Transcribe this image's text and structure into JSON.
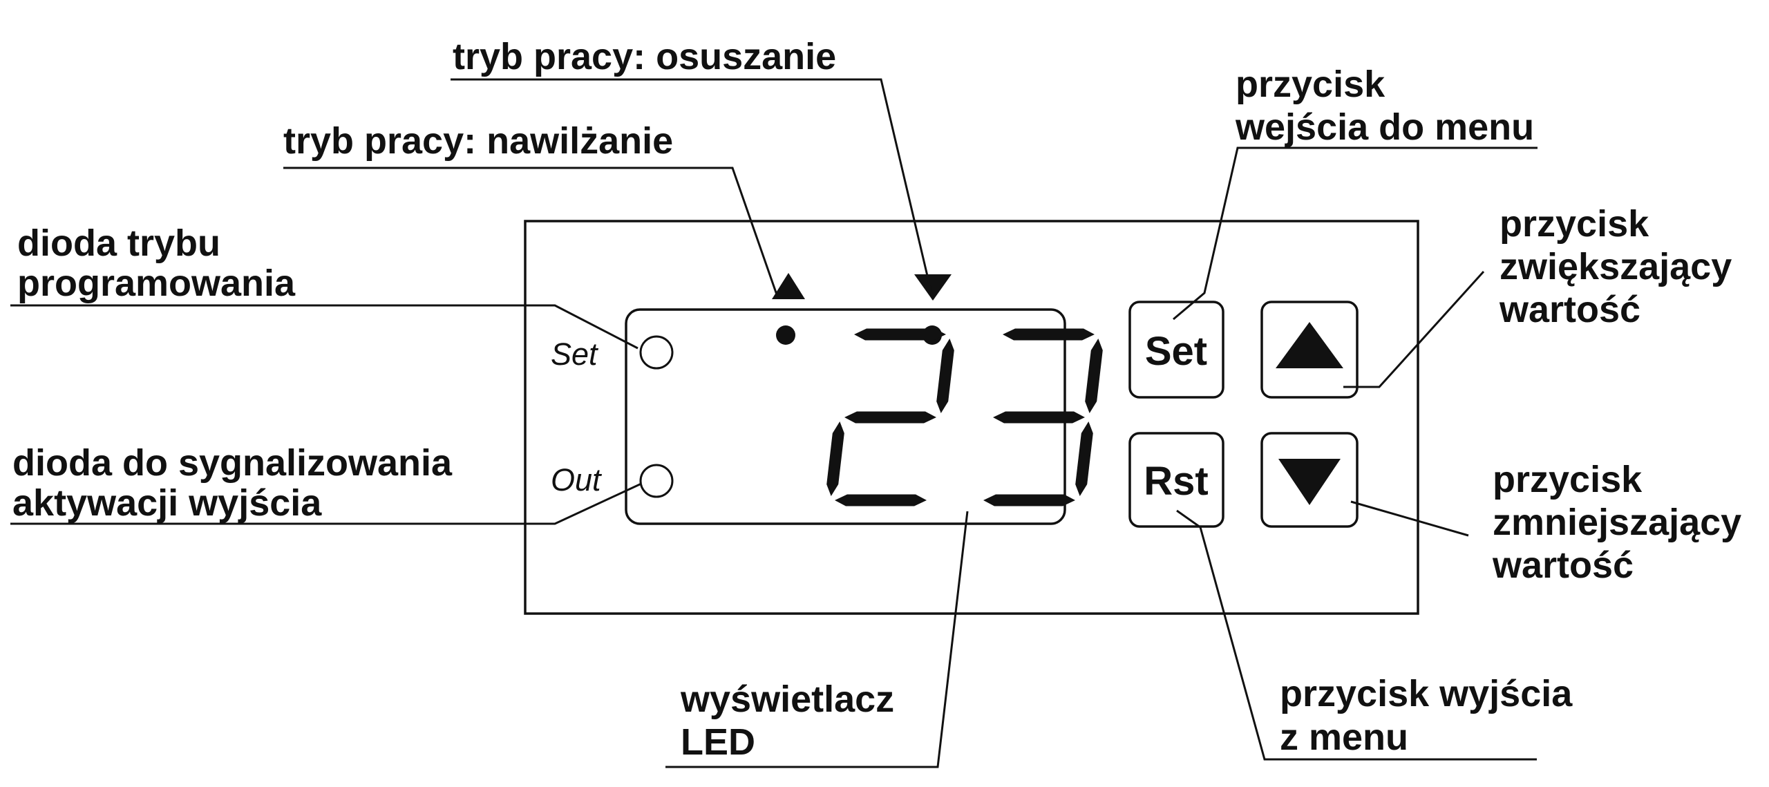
{
  "labels": {
    "tryb_osuszanie": "tryb pracy: osuszanie",
    "tryb_nawilzanie": "tryb pracy: nawilżanie",
    "dioda_programowania": [
      "dioda trybu",
      "programowania"
    ],
    "dioda_wyjscia": [
      "dioda do sygnalizowania",
      "aktywacji wyjścia"
    ],
    "wyswietlacz": [
      "wyświetlacz",
      "LED"
    ],
    "przycisk_menu": [
      "przycisk",
      "wejścia do menu"
    ],
    "przycisk_zwiekszajacy": [
      "przycisk",
      "zwiększający",
      "wartość"
    ],
    "przycisk_zmniejszajacy": [
      "przycisk",
      "zmniejszający",
      "wartość"
    ],
    "przycisk_wyjscia": [
      "przycisk wyjścia",
      "z menu"
    ]
  },
  "panel": {
    "led_set_label": "Set",
    "led_out_label": "Out",
    "display_value": "23",
    "button_set_label": "Set",
    "button_rst_label": "Rst"
  },
  "icons": {
    "mode_up": "triangle-up-icon",
    "mode_down": "triangle-down-icon",
    "button_up": "arrow-up-icon",
    "button_down": "arrow-down-icon"
  },
  "colors": {
    "ink": "#111111",
    "background": "#ffffff"
  }
}
